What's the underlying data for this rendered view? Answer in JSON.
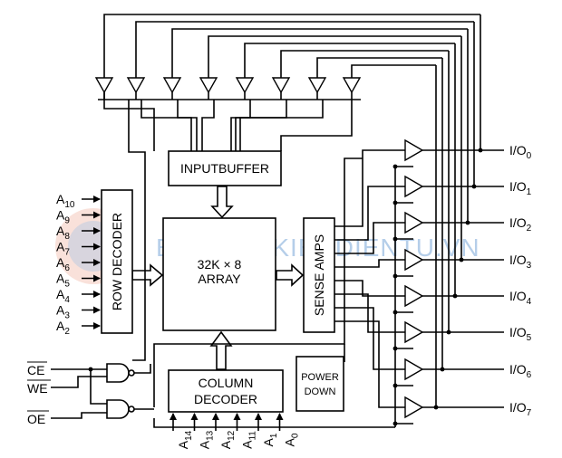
{
  "blocks": {
    "input_buffer": "INPUTBUFFER",
    "array_line1": "32K × 8",
    "array_line2": "ARRAY",
    "row_decoder": "ROW DECODER",
    "sense_amps": "SENSE AMPS",
    "column_decoder_line1": "COLUMN",
    "column_decoder_line2": "DECODER",
    "power_down_line1": "POWER",
    "power_down_line2": "DOWN"
  },
  "row_address_pins": [
    {
      "base": "A",
      "sub": "10"
    },
    {
      "base": "A",
      "sub": "9"
    },
    {
      "base": "A",
      "sub": "8"
    },
    {
      "base": "A",
      "sub": "7"
    },
    {
      "base": "A",
      "sub": "6"
    },
    {
      "base": "A",
      "sub": "5"
    },
    {
      "base": "A",
      "sub": "4"
    },
    {
      "base": "A",
      "sub": "3"
    },
    {
      "base": "A",
      "sub": "2"
    }
  ],
  "column_address_pins": [
    {
      "base": "A",
      "sub": "14"
    },
    {
      "base": "A",
      "sub": "13"
    },
    {
      "base": "A",
      "sub": "12"
    },
    {
      "base": "A",
      "sub": "11"
    },
    {
      "base": "A",
      "sub": "1"
    },
    {
      "base": "A",
      "sub": "0"
    }
  ],
  "io_pins": [
    {
      "base": "I/O",
      "sub": "0"
    },
    {
      "base": "I/O",
      "sub": "1"
    },
    {
      "base": "I/O",
      "sub": "2"
    },
    {
      "base": "I/O",
      "sub": "3"
    },
    {
      "base": "I/O",
      "sub": "4"
    },
    {
      "base": "I/O",
      "sub": "5"
    },
    {
      "base": "I/O",
      "sub": "6"
    },
    {
      "base": "I/O",
      "sub": "7"
    }
  ],
  "control_pins": {
    "ce": "CE",
    "we": "WE",
    "oe": "OE"
  },
  "watermark": "BANLINHKIENDIENTU.VN"
}
